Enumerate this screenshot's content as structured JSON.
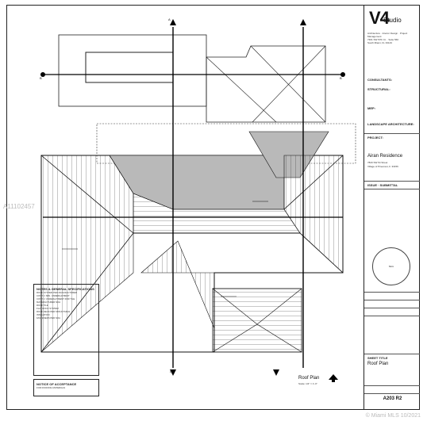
{
  "title_block": {
    "logo_mark": "V4",
    "logo_text": "Studio",
    "firm_lines": [
      "Architecture · Interior Design · Project Management",
      "7301 SW 57th Ct. · Suite 560",
      "South Miami, FL 33143"
    ],
    "consultants_heading": "CONSULTANTS:",
    "structural_heading": "STRUCTURAL:",
    "mep_heading": "MEP:",
    "landscape_heading": "LANDSCAPE ARCHITECTURE:",
    "project_heading": "PROJECT:",
    "project_name": "Airan Residence",
    "project_address_1": "7820 SW 54 Street",
    "project_address_2": "Village of Pinecrest, F. 33156",
    "revision_heading": "ISSUE · SUBMITTAL",
    "seal_text": "SEAL",
    "sheet_title_heading": "SHEET TITLE",
    "sheet_title": "Roof Plan",
    "sheet_number": "A203 R2"
  },
  "drawing": {
    "plan_title": "Roof Plan",
    "plan_scale": "Scale: 1/4\" = 1'-0\"",
    "section_markers": [
      "B",
      "B",
      "A",
      "A"
    ],
    "notes_heading": "NOTES & GENERAL SPECIFICATIONS",
    "notes_lines": [
      "ROOF SYSTEM PER MANUFACTURER",
      "CONT. 1' MIN. UNDERLAYMENT",
      "CONT. 1' UNDERLAYMENT FOR TILE",
      "MANUFACTURER NOA",
      "ROOF TILE",
      "FLAT ROOF SYSTEM",
      "ROOF DECK PER STRUCTURAL",
      "INSULATION",
      "FASTENERS PER NOA"
    ],
    "notes2_heading": "NOTICE OF ACCEPTANCE",
    "notes2_lines": [
      "FOR ROOFING MATERIALS"
    ]
  },
  "watermarks": {
    "left_id": "A11102457",
    "bottom": "© Miami MLS 10/2021"
  }
}
